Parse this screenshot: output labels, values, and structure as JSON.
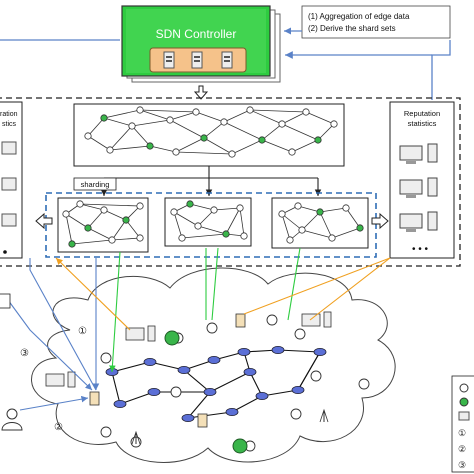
{
  "controller": {
    "title": "SDN Controller",
    "notes": [
      "(1)  Aggregation of edge data",
      "(2)  Derive the shard sets"
    ]
  },
  "right_panel": {
    "title_line1": "Reputation",
    "title_line2": "statistics",
    "ellipsis": "• • •"
  },
  "left_panel": {
    "title_line1": "ration",
    "title_line2": "stics"
  },
  "sharding": {
    "label": "sharding"
  },
  "steps": {
    "circle_1": "①",
    "circle_2": "②",
    "circle_3": "③"
  },
  "legend": {
    "items": [
      "①",
      "②",
      "③"
    ]
  },
  "colors": {
    "controller_green": "#2ecc40",
    "controller_orange": "#f5c28a",
    "node_green": "#39b54a",
    "router_blue": "#5b6fd6",
    "arrow_blue": "#5a82c8",
    "arrow_green": "#2ecc40",
    "arrow_orange": "#f0a020",
    "shard_box": "#2f6db5"
  }
}
